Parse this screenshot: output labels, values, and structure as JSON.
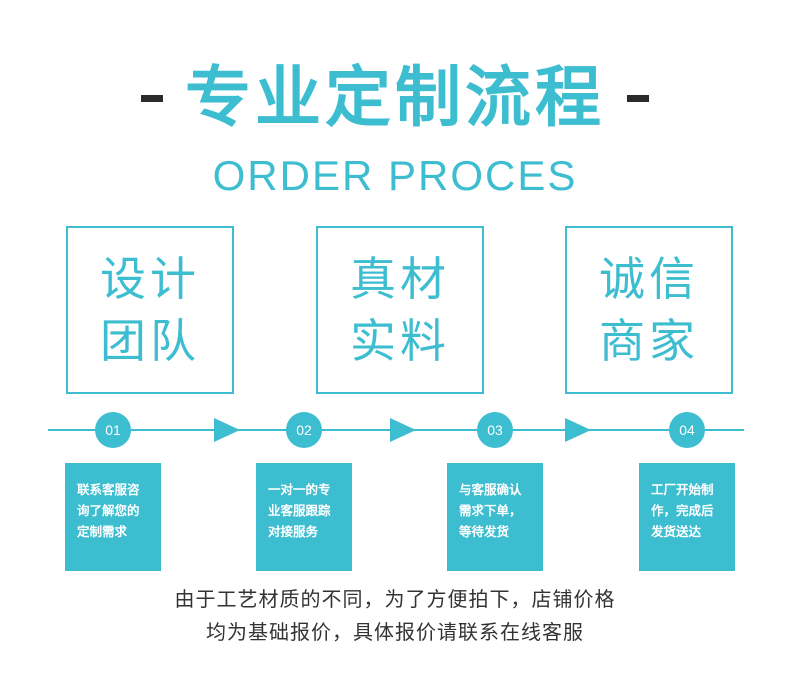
{
  "header": {
    "title": "专业定制流程",
    "subtitle": "ORDER PROCES"
  },
  "features": [
    {
      "line1": "设计",
      "line2": "团队"
    },
    {
      "line1": "真材",
      "line2": "实料"
    },
    {
      "line1": "诚信",
      "line2": "商家"
    }
  ],
  "steps": [
    {
      "number": "01",
      "text": "联系客服咨询了解您的定制需求"
    },
    {
      "number": "02",
      "text": "一对一的专业客服跟踪对接服务"
    },
    {
      "number": "03",
      "text": "与客服确认需求下单，等待发货"
    },
    {
      "number": "04",
      "text": "工厂开始制作，完成后发货送达"
    }
  ],
  "footer": {
    "line1": "由于工艺材质的不同，为了方便拍下，店铺价格",
    "line2": "均为基础报价，具体报价请联系在线客服"
  },
  "colors": {
    "accent": "#3dbdd0",
    "text": "#333333"
  }
}
